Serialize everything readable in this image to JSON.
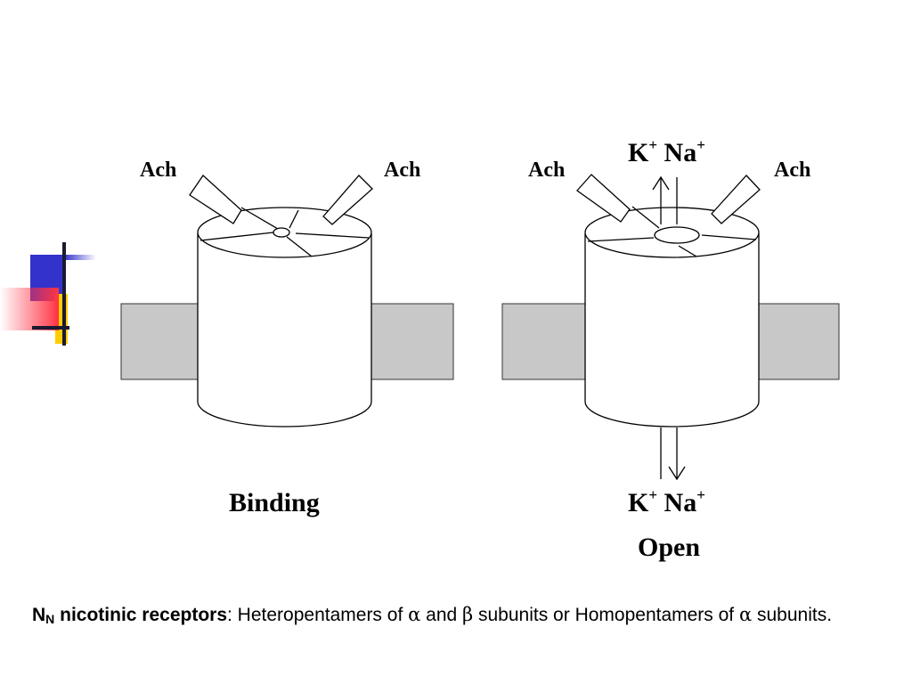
{
  "labels": {
    "ach_1": "Ach",
    "ach_2": "Ach",
    "ach_3": "Ach",
    "ach_4": "Ach",
    "ion_top_k": "K",
    "ion_top_na": "Na",
    "ion_bottom_k": "K",
    "ion_bottom_na": "Na",
    "plus": "+",
    "binding": "Binding",
    "open": "Open"
  },
  "footnote": {
    "title_main": "N",
    "title_sub": "N",
    "title_rest": " nicotinic receptors",
    "colon": ":  Heteropentamers of ",
    "alpha": "α",
    "and": " and ",
    "beta": "β",
    "rest1": " subunits or Homopentamers of ",
    "alpha2": "α",
    "rest2": " subunits."
  },
  "colors": {
    "membrane": "#c8c8c8",
    "deco_blue": "#3333cc",
    "deco_yellow": "#ffcc00",
    "deco_red": "#ff3344",
    "deco_line": "#1a1a33"
  }
}
